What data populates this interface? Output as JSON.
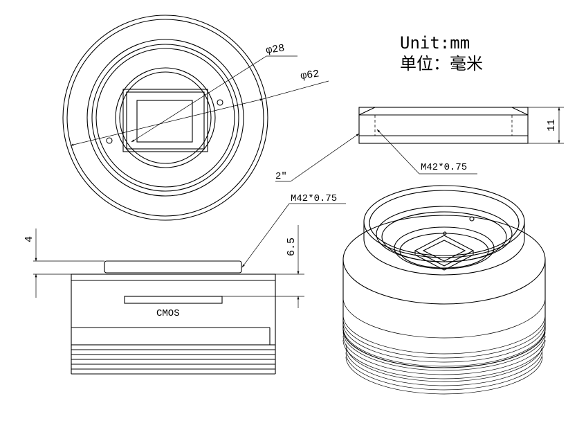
{
  "units": {
    "en": "Unit:mm",
    "cn": "单位：毫米"
  },
  "dimensions": {
    "phi28": "φ28",
    "phi62": "φ62",
    "thread_top": "M42*0.75",
    "thread_side": "M42*0.75",
    "height_11": "11",
    "height_4": "4",
    "height_6_5": "6.5",
    "inch_2": "2″"
  },
  "labels": {
    "cmos": "CMOS"
  }
}
